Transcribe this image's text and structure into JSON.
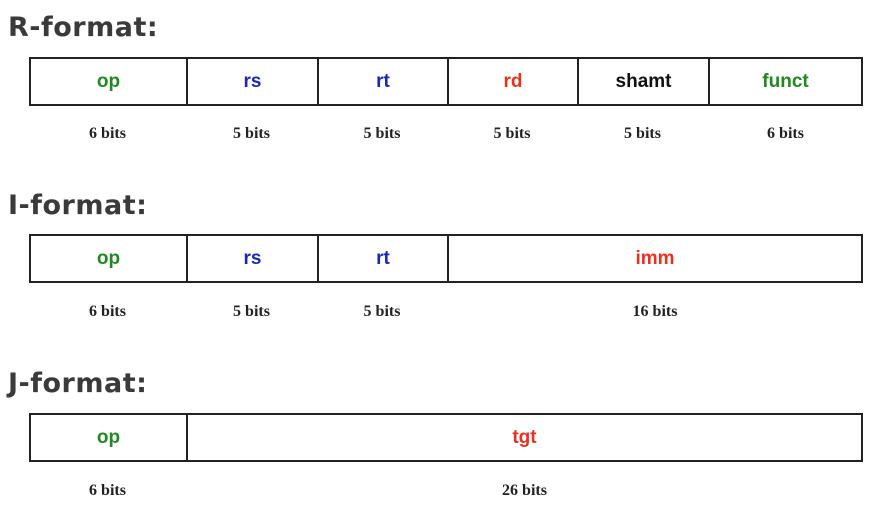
{
  "r_format": {
    "title": "R-format:",
    "fields": [
      {
        "label": "op",
        "color": "#1f8a1f",
        "bits": "6 bits"
      },
      {
        "label": "rs",
        "color": "#1a27b8",
        "bits": "5 bits"
      },
      {
        "label": "rt",
        "color": "#1a27b8",
        "bits": "5 bits"
      },
      {
        "label": "rd",
        "color": "#e8311f",
        "bits": "5 bits"
      },
      {
        "label": "shamt",
        "color": "#111111",
        "bits": "5 bits"
      },
      {
        "label": "funct",
        "color": "#1f8a1f",
        "bits": "6 bits"
      }
    ]
  },
  "i_format": {
    "title": "I-format:",
    "fields": [
      {
        "label": "op",
        "color": "#1f8a1f",
        "bits": "6 bits"
      },
      {
        "label": "rs",
        "color": "#1a27b8",
        "bits": "5 bits"
      },
      {
        "label": "rt",
        "color": "#1a27b8",
        "bits": "5 bits"
      },
      {
        "label": "imm",
        "color": "#e8311f",
        "bits": "16 bits"
      }
    ]
  },
  "j_format": {
    "title": "J-format:",
    "fields": [
      {
        "label": "op",
        "color": "#1f8a1f",
        "bits": "6 bits"
      },
      {
        "label": "tgt",
        "color": "#e8311f",
        "bits": "26 bits"
      }
    ]
  }
}
